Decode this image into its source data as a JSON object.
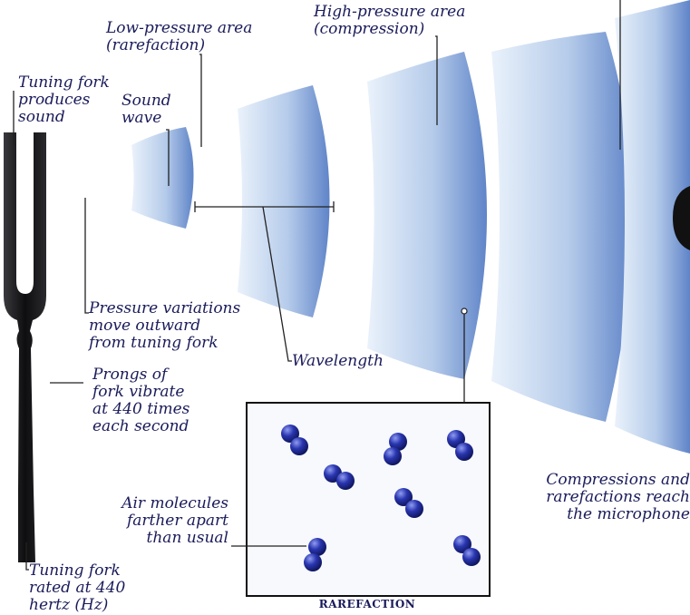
{
  "labels": {
    "low_pressure": [
      "Low-pressure area",
      "(rarefaction)"
    ],
    "high_pressure": [
      "High-pressure area",
      "(compression)"
    ],
    "tuning_fork_produces": [
      "Tuning fork",
      "produces",
      "sound"
    ],
    "sound_wave": [
      "Sound",
      "wave"
    ],
    "pressure_variations": [
      "Pressure variations",
      "move outward",
      "from tuning fork"
    ],
    "wavelength": [
      "Wavelength"
    ],
    "prongs": [
      "Prongs of",
      "fork vibrate",
      "at 440 times",
      "each second"
    ],
    "compressions": [
      "Compressions and",
      "rarefactions reach",
      "the microphone"
    ],
    "air_molecules": [
      "Air molecules",
      "farther apart",
      "than usual"
    ],
    "tuning_fork_rated": [
      "Tuning fork",
      "rated at 440",
      "hertz (Hz)"
    ]
  },
  "inset_caption": "RAREFACTION",
  "colors": {
    "text": "#1a1b5a",
    "wave_dark": "#5f84c8",
    "wave_light": "#eaf2fb",
    "fork": "#0e0e10",
    "molecule": "#1f2a9e",
    "leader_line": "#222222"
  }
}
